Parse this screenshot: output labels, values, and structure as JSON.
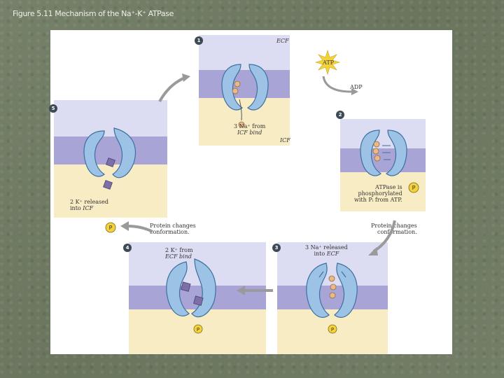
{
  "slide_title": "Figure 5.11 Mechanism of the Na⁺-K⁺ ATPase",
  "steps": [
    {
      "number": "1",
      "top_label": "ECF",
      "bottom_label": "ICF",
      "caption_line1": "3 Na⁺ from",
      "caption_line2": "ICF bind"
    },
    {
      "number": "2",
      "caption_line1": "ATPase is",
      "caption_line2": "phosphorylated",
      "caption_line3": "with Pᵢ from ATP."
    },
    {
      "number": "3",
      "caption_line1": "3 Na⁺ released",
      "caption_line2": "into ECF"
    },
    {
      "number": "4",
      "caption_line1": "2 K⁺ from",
      "caption_line2": "ECF bind"
    },
    {
      "number": "5",
      "caption_line1": "2 K⁺ released",
      "caption_line2": "into ICF"
    }
  ],
  "atp_label": "ATP",
  "adp_label": "ADP",
  "phosphate_label": "P",
  "conformation_left": {
    "line1": "Protein changes",
    "line2": "conformation."
  },
  "conformation_right": {
    "line1": "Protein changes",
    "line2": "conformation."
  },
  "colors": {
    "ecf": "#dcdcf2",
    "membrane": "#a9a4d6",
    "icf": "#f8ecc4",
    "protein": "#9cc3e6",
    "protein_edge": "#3d6f9e",
    "sodium": "#e8b98a",
    "potassium": "#7d6fa8",
    "phosphate": "#f5d23c",
    "arrow": "#9a9a9a"
  }
}
